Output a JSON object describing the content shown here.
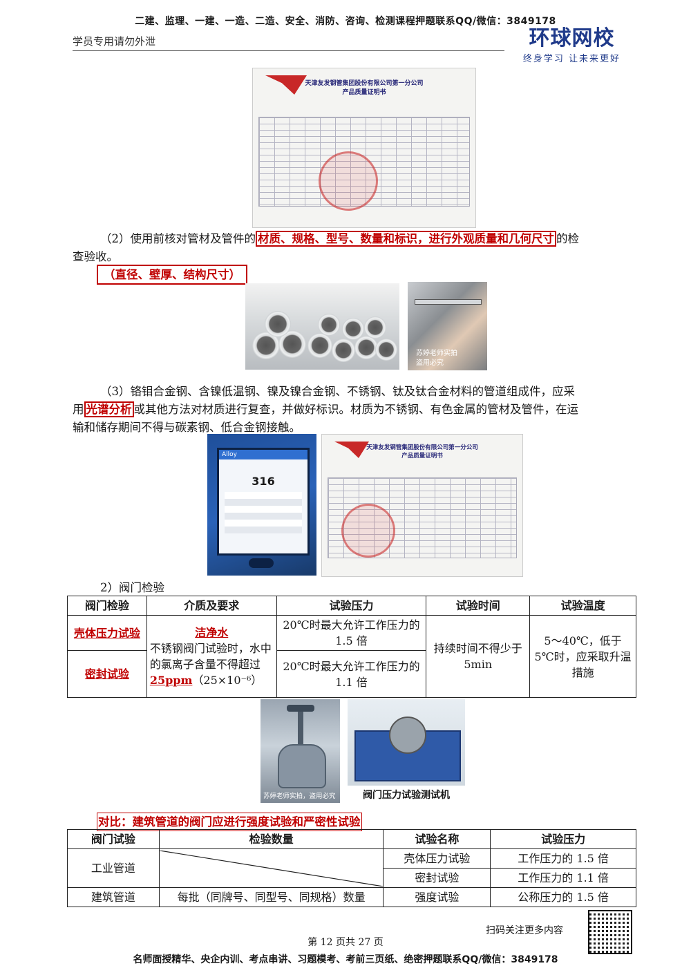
{
  "header": {
    "banner": "二建、监理、一建、一造、二造、安全、消防、咨询、检测课程押题联系QQ/微信：3849178",
    "student_note": "学员专用请勿外泄",
    "brand_name": "环球网校",
    "brand_slogan": "终身学习 让未来更好"
  },
  "certificate": {
    "company": "天津友发钢管集团股份有限公司第一分公司",
    "doc_title": "产品质量证明书"
  },
  "section2": {
    "text_before": "（2）使用前核对管材及管件的",
    "highlight": "材质、规格、型号、数量和标识，进行外观质量和几何尺寸",
    "text_after": "的检",
    "line2": "查验收。",
    "note_box": "（直径、壁厚、结构尺寸）"
  },
  "photos": {
    "caption_small_1": "苏婷老师实拍",
    "caption_small_2": "盗用必究",
    "valve_caption": "苏婷老师实拍，盗用必究",
    "machine_caption": "阀门压力试验测试机",
    "analyzer_reading": "316",
    "analyzer_app": "Alloy"
  },
  "section3": {
    "line1": "（3）铬钼合金钢、含镍低温钢、镍及镍合金钢、不锈钢、钛及钛合金材料的管道组成件，应采",
    "line2_prefix": "用",
    "line2_highlight": "光谱分析",
    "line2_rest": "或其他方法对材质进行复查，并做好标识。材质为不锈钢、有色金属的管材及管件，在运",
    "line3": "输和储存期间不得与碳素钢、低合金钢接触。"
  },
  "valve_section": {
    "title": "2）阀门检验",
    "headers": [
      "阀门检验",
      "介质及要求",
      "试验压力",
      "试验时间",
      "试验温度"
    ],
    "row1_name": "壳体压力试验",
    "row2_name": "密封试验",
    "medium_title": "洁净水",
    "medium_desc": "不锈钢阀门试验时，水中的氯离子含量不得超过",
    "medium_limit": "25ppm",
    "medium_paren": "（25×10⁻⁶）",
    "pressure1": "20℃时最大允许工作压力的 1.5 倍",
    "pressure2": "20℃时最大允许工作压力的 1.1 倍",
    "duration": "持续时间不得少于 5min",
    "temperature": "5～40℃，低于 5℃时，应采取升温措施"
  },
  "compare": {
    "title": "对比：建筑管道的阀门应进行强度试验和严密性试验",
    "headers": [
      "阀门试验",
      "检验数量",
      "试验名称",
      "试验压力"
    ],
    "rows": [
      {
        "type": "工业管道",
        "test": "壳体压力试验",
        "pressure": "工作压力的 1.5 倍"
      },
      {
        "test": "密封试验",
        "pressure": "工作压力的 1.1 倍"
      },
      {
        "type": "建筑管道",
        "quantity": "每批（同牌号、同型号、同规格）数量",
        "test": "强度试验",
        "pressure": "公称压力的 1.5 倍"
      }
    ]
  },
  "footer": {
    "scan_note": "扫码关注更多内容",
    "page": "第 12 页共 27 页",
    "banner": "名师面授精华、央企内训、考点串讲、习题模考、考前三页纸、绝密押题联系QQ/微信：3849178"
  }
}
